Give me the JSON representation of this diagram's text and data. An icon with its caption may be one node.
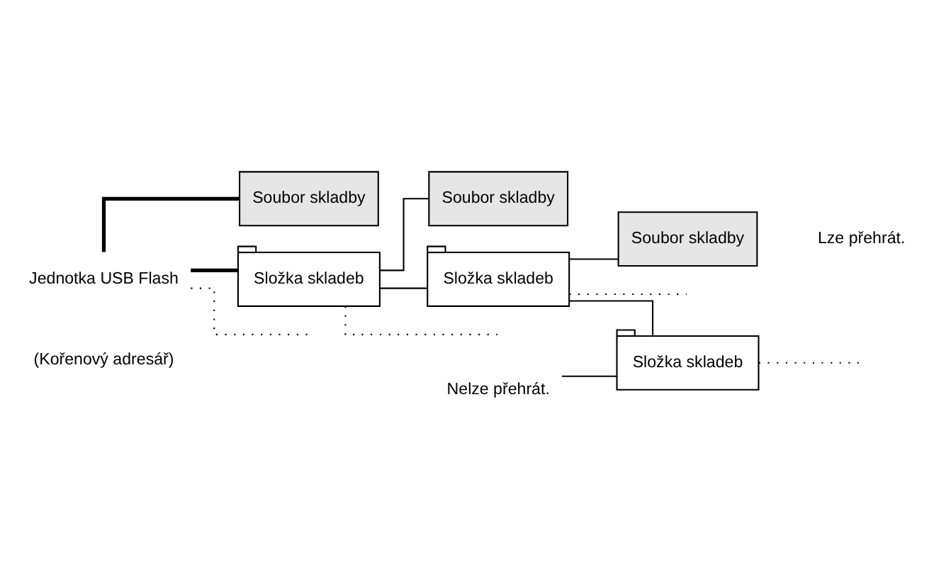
{
  "diagram": {
    "nodes": [
      {
        "text": [
          "Jednotka USB Flash"
        ]
      },
      {
        "text": [
          "Soubor skladby"
        ]
      },
      {
        "text": [
          "Složka skladeb"
        ]
      },
      {
        "text": [
          "Soubor skladby"
        ]
      },
      {
        "text": [
          "Složka skladeb"
        ]
      },
      {
        "text": [
          "Soubor skladby"
        ]
      },
      {
        "text": [
          "Složka skladeb"
        ]
      },
      {
        "text": [
          "Nelze přehrát."
        ]
      }
    ],
    "edges": [
      {
        "from": 0,
        "to": 1,
        "arrow": "none",
        "style": "thick"
      },
      {
        "from": 0,
        "to": 2,
        "arrow": "none",
        "style": "thick"
      },
      {
        "from": 0,
        "to": null,
        "arrow": "none",
        "style": "dashed"
      },
      {
        "from": 2,
        "to": 3,
        "arrow": "none"
      },
      {
        "from": 2,
        "to": 4,
        "arrow": "none"
      },
      {
        "from": 2,
        "to": null,
        "arrow": "none",
        "style": "dashed"
      },
      {
        "from": 4,
        "to": 5,
        "arrow": "none"
      },
      {
        "from": 4,
        "to": 6,
        "arrow": "none"
      },
      {
        "from": 4,
        "to": null,
        "arrow": "none",
        "style": "dashed"
      },
      {
        "from": 6,
        "to": null,
        "arrow": "none",
        "style": "dashed"
      },
      {
        "from": 7,
        "to": 6,
        "arrow": "none"
      }
    ],
    "labels": [
      "(Kořenový adresář)",
      "Lze přehrát."
    ]
  }
}
